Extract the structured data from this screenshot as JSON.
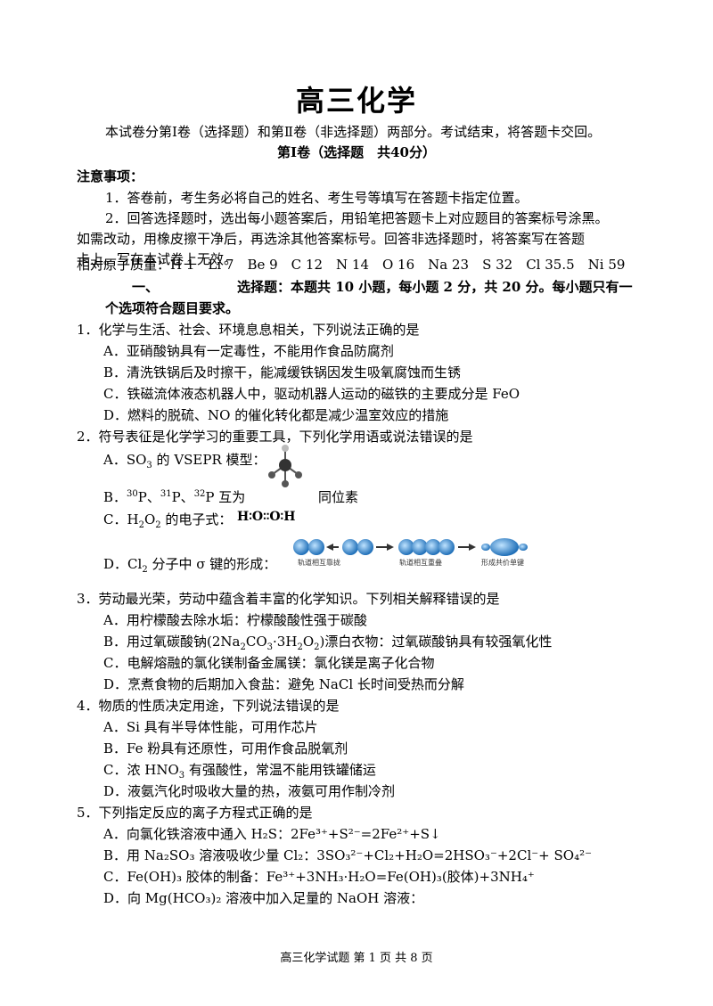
{
  "title": "高三化学",
  "intro": "本试卷分第Ⅰ卷（选择题）和第Ⅱ卷（非选择题）两部分。考试结束，将答题卡交回。",
  "section1_title": "第Ⅰ卷（选择题　共40分）",
  "notes_title": "注意事项：",
  "note1": "1．答卷前，考生务必将自己的姓名、考生号等填写在答题卡指定位置。",
  "note2_l1": "2．回答选择题时，选出每小题答案后，用铅笔把答题卡上对应题目的答案标号涂黑。",
  "note2_l2": "如需改动，用橡皮擦干净后，再选涂其他答案标号。回答非选择题时，将答案写在答题",
  "note2_l3": "卡上。写在本试卷上无效。",
  "atomic_mass": "相对原子质量：H 1　Li 7　Be 9　C 12　N 14　O 16　Na 23　S 32　Cl 35.5　Ni 59",
  "part_num": "一、",
  "part_desc_l1": "选择题：本题共 10 小题，每小题 2 分，共 20 分。每小题只有一",
  "part_desc_l2": "个选项符合题目要求。",
  "q1": "1．化学与生活、社会、环境息息相关，下列说法正确的是",
  "q1a": "A．亚硝酸钠具有一定毒性，不能用作食品防腐剂",
  "q1b": "B．清洗铁锅后及时擦干，能减缓铁锅因发生吸氧腐蚀而生锈",
  "q1c": "C．铁磁流体液态机器人中，驱动机器人运动的磁铁的主要成分是 FeO",
  "q1d": "D．燃料的脱硫、NO 的催化转化都是减少温室效应的措施",
  "q2": "2．符号表征是化学学习的重要工具，下列化学用语或说法错误的是",
  "q2a_pre": "A．SO",
  "q2a_sub": "3",
  "q2a_post": " 的 VSEPR 模型：",
  "q2b_pre": "B．",
  "q2b_iso": "30",
  "q2b_p1": "P、",
  "q2b_iso2": "31",
  "q2b_p2": "P、",
  "q2b_iso3": "32",
  "q2b_p3": "P 互为",
  "q2b_post": "同位素",
  "q2c_pre": "C．H",
  "q2c_sub1": "2",
  "q2c_mid": "O",
  "q2c_sub2": "2",
  "q2c_post": " 的电子式：",
  "q2c_formula": "H∶O∶∶O∶H",
  "q2d_pre": "D．Cl",
  "q2d_sub": "2",
  "q2d_post": " 分子中 σ 键的形成：",
  "q2d_lab1": "轨道相互靠拢",
  "q2d_lab2": "轨道相互重叠",
  "q2d_lab3": "形成共价单键",
  "q3": "3．劳动最光荣，劳动中蕴含着丰富的化学知识。下列相关解释错误的是",
  "q3a": "A．用柠檬酸去除水垢：柠檬酸酸性强于碳酸",
  "q3b_pre": "B．用过氧碳酸钠(2Na",
  "q3b_s1": "2",
  "q3b_m1": "CO",
  "q3b_s2": "3",
  "q3b_m2": "·3H",
  "q3b_s3": "2",
  "q3b_m3": "O",
  "q3b_s4": "2",
  "q3b_post": ")漂白衣物：过氧碳酸钠具有较强氧化性",
  "q3c": "C．电解熔融的氯化镁制备金属镁：氯化镁是离子化合物",
  "q3d": "D．烹煮食物的后期加入食盐：避免 NaCl 长时间受热而分解",
  "q4": "4．物质的性质决定用途，下列说法错误的是",
  "q4a": "A．Si 具有半导体性能，可用作芯片",
  "q4b": "B．Fe 粉具有还原性，可用作食品脱氧剂",
  "q4c_pre": "C．浓 HNO",
  "q4c_sub": "3",
  "q4c_post": " 有强酸性，常温不能用铁罐储运",
  "q4d": "D．液氨汽化时吸收大量的热，液氨可用作制冷剂",
  "q5": "5．下列指定反应的离子方程式正确的是",
  "q5a": "A．向氯化铁溶液中通入 H₂S：2Fe³⁺+S²⁻=2Fe²⁺+S↓",
  "q5b": "B．用 Na₂SO₃ 溶液吸收少量 Cl₂：3SO₃²⁻+Cl₂+H₂O=2HSO₃⁻+2Cl⁻+ SO₄²⁻",
  "q5c": "C．Fe(OH)₃ 胶体的制备：Fe³⁺+3NH₃·H₂O=Fe(OH)₃(胶体)+3NH₄⁺",
  "q5d": "D．向 Mg(HCO₃)₂ 溶液中加入足量的 NaOH 溶液：",
  "footer": "高三化学试题 第 1 页 共 8 页"
}
